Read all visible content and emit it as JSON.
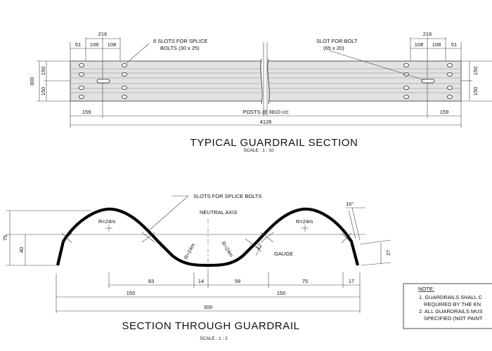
{
  "top_section": {
    "title": "TYPICAL GUARDRAIL SECTION",
    "scale": "SCALE : 1 : 10",
    "callout_splice_line1": "8 SLOTS FOR SPLICE",
    "callout_splice_line2": "BOLTS (30 x 25)",
    "callout_bolt_line1": "SLOT FOR BOLT",
    "callout_bolt_line2": "(65 x 20)",
    "dims": {
      "left_216": "216",
      "left_51": "51",
      "left_108a": "108",
      "left_108b": "108",
      "right_216": "216",
      "right_108a": "108",
      "right_108b": "108",
      "right_51": "51",
      "height_300": "300",
      "left_150a": "150",
      "left_150b": "150",
      "right_150a": "150",
      "right_150b": "150",
      "bottom_159_left": "159",
      "bottom_posts": "POSTS @ 3810 c/c",
      "bottom_159_right": "159",
      "overall_4128": "4128"
    }
  },
  "bottom_section": {
    "title": "SECTION THROUGH GUARDRAIL",
    "scale": "SCALE : 1 : 2",
    "callout_splice": "SLOTS FOR SPLICE BOLTS",
    "neutral_axis": "NEUTRAL AXIS",
    "radius_left": "R=24m",
    "radius_right": "R=24m",
    "radius_inner_left": "R=24m",
    "radius_inner_right": "R=24m",
    "gauge_value": "12",
    "gauge_label": "GAUGE",
    "angle": "10°",
    "dims": {
      "left_75": "75",
      "left_40": "40",
      "right_27": "27",
      "d83": "83",
      "d14": "14",
      "d58": "58",
      "d75": "75",
      "d17": "17",
      "d150_left": "150",
      "d150_right": "150",
      "d300": "300"
    }
  },
  "note": {
    "heading": "NOTE:",
    "line1": "1. GUARDRAILS SHALL C",
    "line2": "REQUIRED BY THE EN",
    "line3": "2. ALL GUARDRAILS MUS",
    "line4": "SPECIFIED (NOT PAINT"
  }
}
